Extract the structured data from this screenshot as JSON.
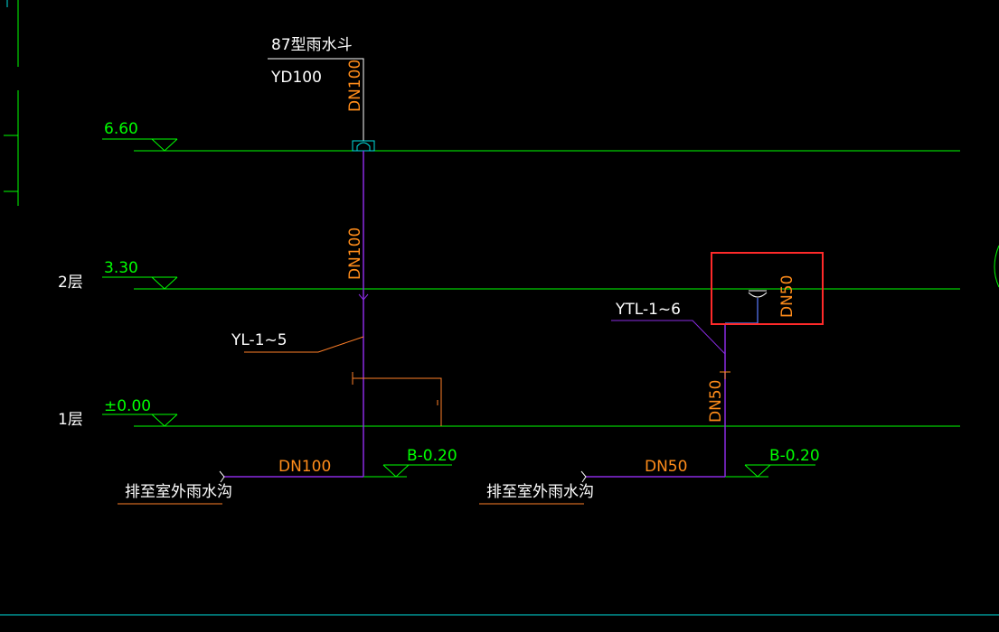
{
  "drawing": {
    "roof_drain": {
      "title": "87型雨水斗",
      "code": "YD100"
    },
    "levels": [
      {
        "name": "",
        "elevation": "6.60"
      },
      {
        "name": "2层",
        "elevation": "3.30"
      },
      {
        "name": "1层",
        "elevation": "±0.00"
      }
    ],
    "pipes": {
      "left": {
        "riser_label": "YL-1~5",
        "size_upper": "DN100",
        "size_middle": "DN100",
        "size_outlet": "DN100",
        "outlet_elevation": "B-0.20",
        "outlet_note": "排至室外雨水沟"
      },
      "right": {
        "riser_label": "YTL-1~6",
        "size_branch": "DN50",
        "size_riser": "DN50",
        "size_outlet": "DN50",
        "outlet_elevation": "B-0.20",
        "outlet_note": "排至室外雨水沟"
      }
    },
    "colors": {
      "background": "#000000",
      "level_line": "#00ff00",
      "pipe": "#8a2be2",
      "text": "#ffffff",
      "size_label": "#ff8c1a",
      "leader": "#ff7f27",
      "highlight": "#ff2a2a",
      "fitting": "#00e0e0"
    }
  }
}
